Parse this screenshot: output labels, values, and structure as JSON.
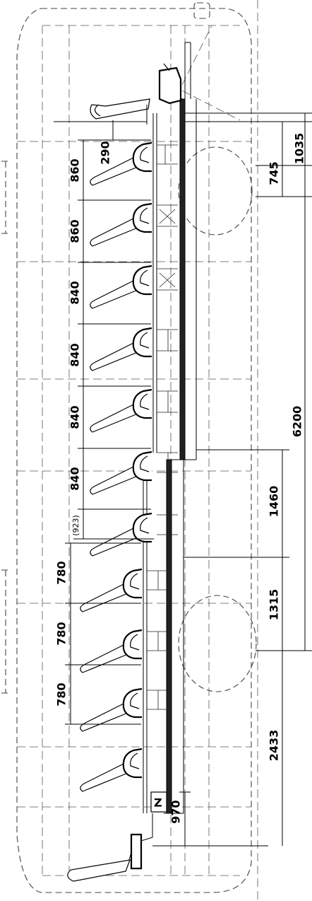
{
  "drawing": {
    "upper_deck_spacings": [
      "860",
      "860",
      "840",
      "840",
      "840",
      "840",
      "(923)"
    ],
    "lower_deck_spacings": [
      "780",
      "780",
      "780"
    ],
    "front_offset": "290",
    "step_height": "970",
    "dimensions_right": [
      "1035",
      "745",
      "6200",
      "1460",
      "1315",
      "2433"
    ],
    "door_marker": "Z"
  }
}
